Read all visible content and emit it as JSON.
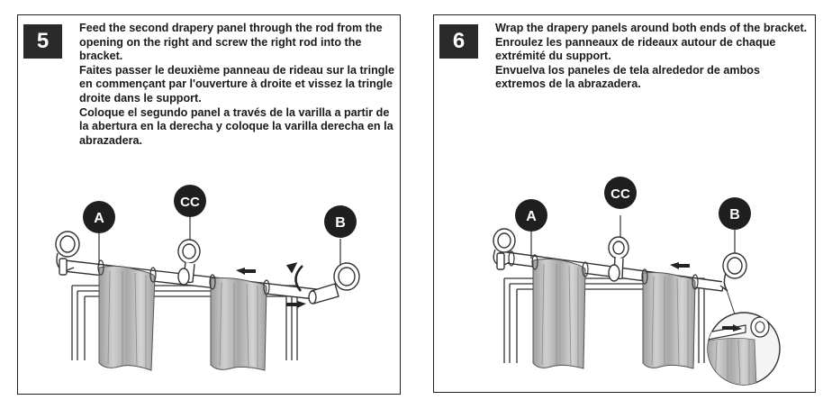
{
  "steps": [
    {
      "number": "5",
      "lines": [
        "Feed the second drapery panel through the rod from the opening on the right and screw the right rod into the bracket.",
        "Faites passer le deuxième panneau de rideau sur la tringle en commençant par l'ouverture à droite et vissez la tringle droite dans le support.",
        "Coloque el segundo panel a través de la varilla a partir de la abertura en la derecha y coloque la varilla derecha en la abrazadera."
      ],
      "labels": {
        "a": "A",
        "cc": "CC",
        "b": "B"
      }
    },
    {
      "number": "6",
      "lines": [
        "Wrap the drapery panels around both ends of the bracket.",
        "Enroulez les panneaux de rideaux autour de chaque extrémité du support.",
        "Envuelva los paneles de tela alrededor de ambos extremos de la abrazadera."
      ],
      "labels": {
        "a": "A",
        "cc": "CC",
        "b": "B"
      }
    }
  ],
  "colors": {
    "badge": "#2a2a2a",
    "label_circle": "#1f1f1f",
    "curtain": "#b8b8b8",
    "rod": "#ffffff"
  }
}
